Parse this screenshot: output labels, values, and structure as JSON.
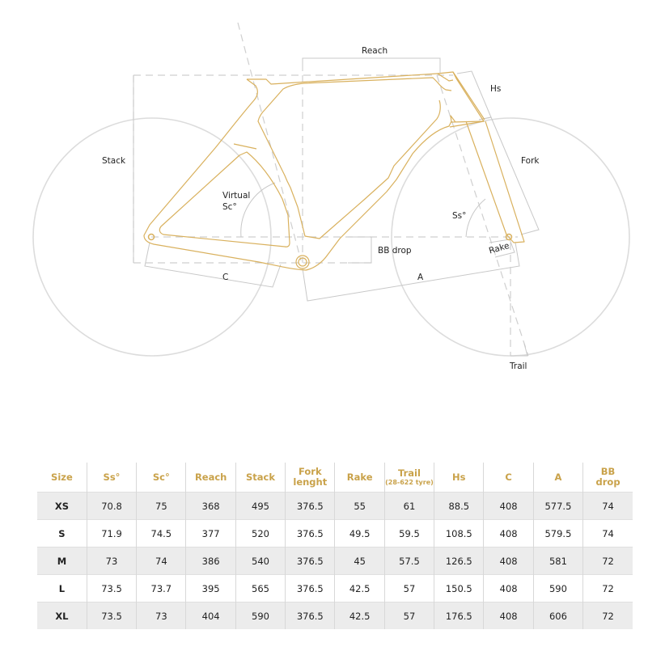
{
  "diagram": {
    "labels": {
      "reach": "Reach",
      "hs": "Hs",
      "stack": "Stack",
      "fork": "Fork",
      "virtual": "Virtual",
      "sc": "Sc°",
      "ss": "Ss°",
      "bb_drop": "BB drop",
      "rake": "Rake",
      "c": "C",
      "a": "A",
      "trail": "Trail"
    },
    "colors": {
      "frame": "#d9b15e",
      "guide": "#c8c8c8",
      "wheel": "#dcdcdc"
    }
  },
  "table": {
    "headers": [
      {
        "label": "Size"
      },
      {
        "label": "Ss°"
      },
      {
        "label": "Sc°"
      },
      {
        "label": "Reach"
      },
      {
        "label": "Stack"
      },
      {
        "label": "Fork",
        "label2": "lenght"
      },
      {
        "label": "Rake"
      },
      {
        "label": "Trail",
        "sub": "(28-622 tyre)"
      },
      {
        "label": "Hs"
      },
      {
        "label": "C"
      },
      {
        "label": "A"
      },
      {
        "label": "BB",
        "label2": "drop"
      }
    ],
    "rows": [
      [
        "XS",
        "70.8",
        "75",
        "368",
        "495",
        "376.5",
        "55",
        "61",
        "88.5",
        "408",
        "577.5",
        "74"
      ],
      [
        "S",
        "71.9",
        "74.5",
        "377",
        "520",
        "376.5",
        "49.5",
        "59.5",
        "108.5",
        "408",
        "579.5",
        "74"
      ],
      [
        "M",
        "73",
        "74",
        "386",
        "540",
        "376.5",
        "45",
        "57.5",
        "126.5",
        "408",
        "581",
        "72"
      ],
      [
        "L",
        "73.5",
        "73.7",
        "395",
        "565",
        "376.5",
        "42.5",
        "57",
        "150.5",
        "408",
        "590",
        "72"
      ],
      [
        "XL",
        "73.5",
        "73",
        "404",
        "590",
        "376.5",
        "42.5",
        "57",
        "176.5",
        "408",
        "606",
        "72"
      ]
    ],
    "header_color": "#c9a24a",
    "shade_color": "#ececec"
  },
  "chart_data": {
    "type": "table",
    "title": "Frame geometry",
    "columns": [
      "Size",
      "Ss°",
      "Sc°",
      "Reach",
      "Stack",
      "Fork lenght",
      "Rake",
      "Trail (28-622 tyre)",
      "Hs",
      "C",
      "A",
      "BB drop"
    ],
    "rows": [
      [
        "XS",
        70.8,
        75,
        368,
        495,
        376.5,
        55,
        61,
        88.5,
        408,
        577.5,
        74
      ],
      [
        "S",
        71.9,
        74.5,
        377,
        520,
        376.5,
        49.5,
        59.5,
        108.5,
        408,
        579.5,
        74
      ],
      [
        "M",
        73,
        74,
        386,
        540,
        376.5,
        45,
        57.5,
        126.5,
        408,
        581,
        72
      ],
      [
        "L",
        73.5,
        73.7,
        395,
        565,
        376.5,
        42.5,
        57,
        150.5,
        408,
        590,
        72
      ],
      [
        "XL",
        73.5,
        73,
        404,
        590,
        376.5,
        42.5,
        57,
        176.5,
        408,
        606,
        72
      ]
    ]
  }
}
